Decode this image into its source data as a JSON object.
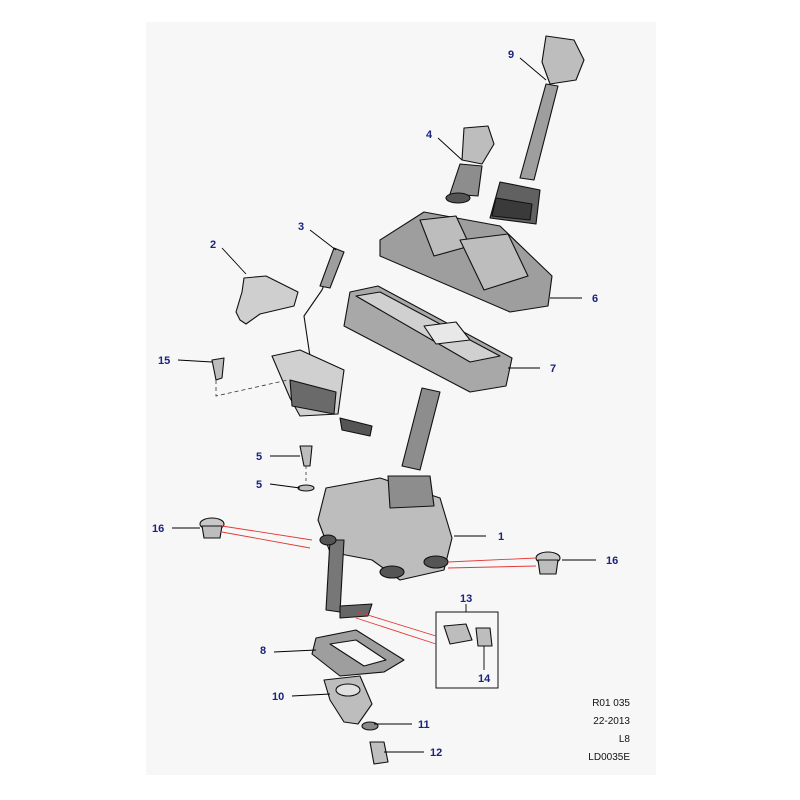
{
  "callouts": {
    "c1": "1",
    "c2": "2",
    "c3": "3",
    "c4": "4",
    "c5a": "5",
    "c5b": "5",
    "c6": "6",
    "c7": "7",
    "c8": "8",
    "c9": "9",
    "c10": "10",
    "c11": "11",
    "c12": "12",
    "c13": "13",
    "c14": "14",
    "c15": "15",
    "c16a": "16",
    "c16b": "16"
  },
  "reference": {
    "line1": "R01 035",
    "line2": "22-2013",
    "line3": "L8",
    "line4": "LD0035E"
  },
  "colors": {
    "callout_text": "#1a237e",
    "red_leader": "#e53935",
    "panel_background": "#f7f7f7"
  }
}
